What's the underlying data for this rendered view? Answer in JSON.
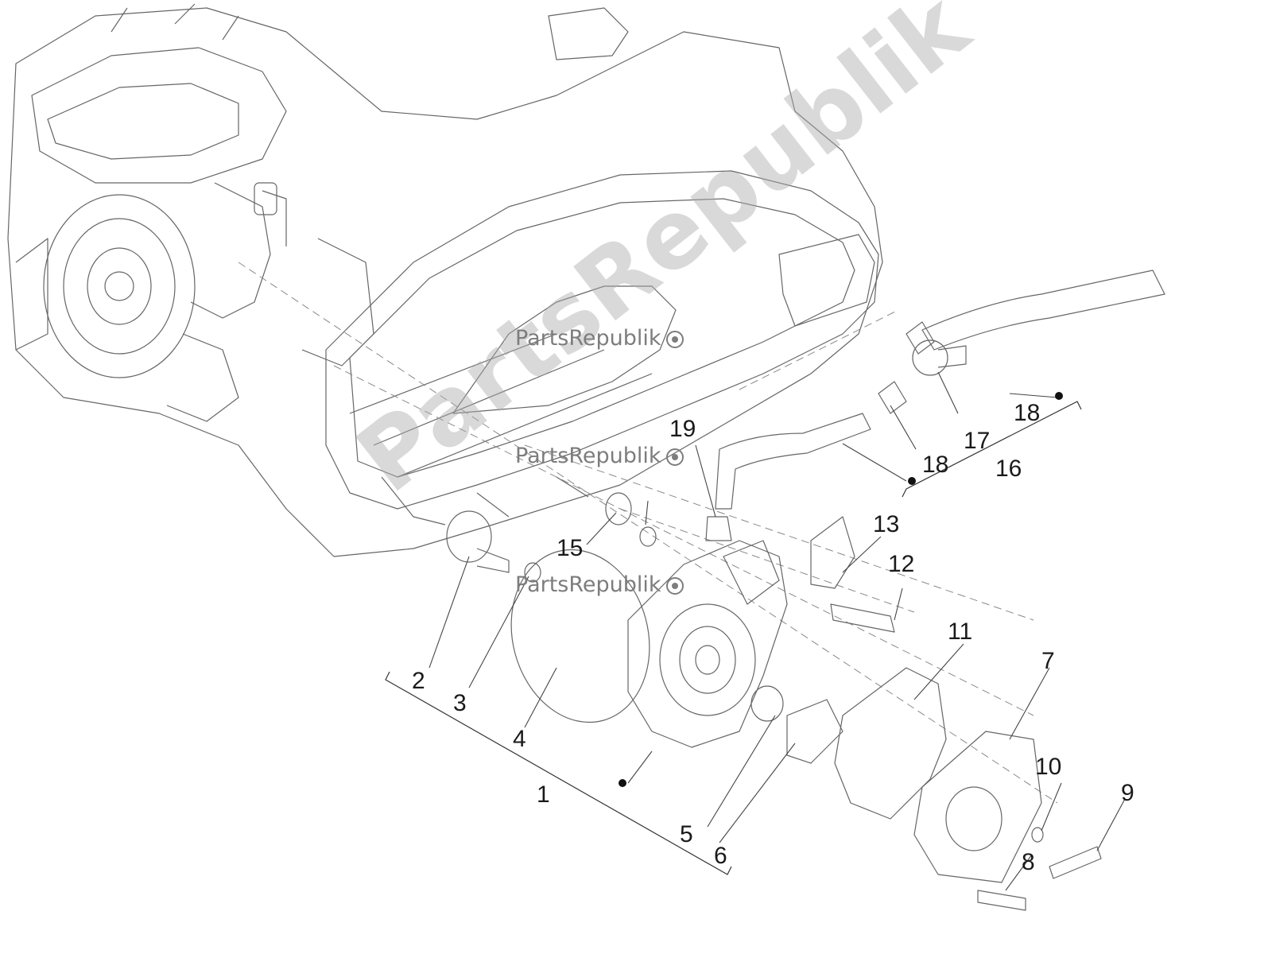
{
  "watermark": {
    "brand": "PartsRepublik"
  },
  "labels": {
    "p1": "1",
    "p2": "2",
    "p3": "3",
    "p4": "4",
    "p5": "5",
    "p6": "6",
    "p7": "7",
    "p8": "8",
    "p9": "9",
    "p10": "10",
    "p11": "11",
    "p12": "12",
    "p13": "13",
    "p15": "15",
    "p16": "16",
    "p17": "17",
    "p18a": "18",
    "p18b": "18",
    "p19": "19"
  },
  "colors": {
    "line": "#555555",
    "ink": "#1a1a1a",
    "watermark": "#7d7d7d"
  }
}
